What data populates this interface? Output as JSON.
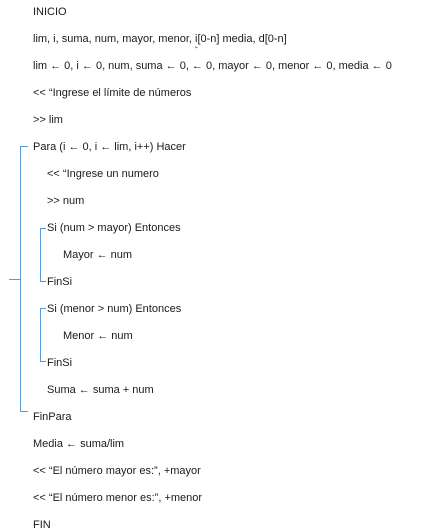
{
  "lines": [
    "INICIO",
    "lim, i, suma, num, mayor, menor, ",
    "i",
    "[0-n] media, d[0-n]",
    "lim ← 0, i ← 0, num, suma ← 0, ← 0, mayor ← 0, menor ← 0, media ← 0",
    "<< “Ingrese el límite de números",
    ">> lim",
    "Para (i ← 0, i ← lim, i++) Hacer",
    "<< “Ingrese un numero",
    ">> num",
    "Si (num > mayor) Entonces",
    "Mayor ← num",
    "FinSi",
    "Si (menor > num) Entonces",
    "Menor ← num",
    "FinSi",
    "Suma ← suma + num",
    "FinPara",
    "Media ← suma/lim",
    "<< “El número mayor es:”, +mayor",
    "<< “El número menor es:”, +menor",
    "FIN"
  ],
  "colors": {
    "text": "#1a1a1a",
    "bracket": "#5b9bd5",
    "spellcheck": "#3a6fd8"
  }
}
